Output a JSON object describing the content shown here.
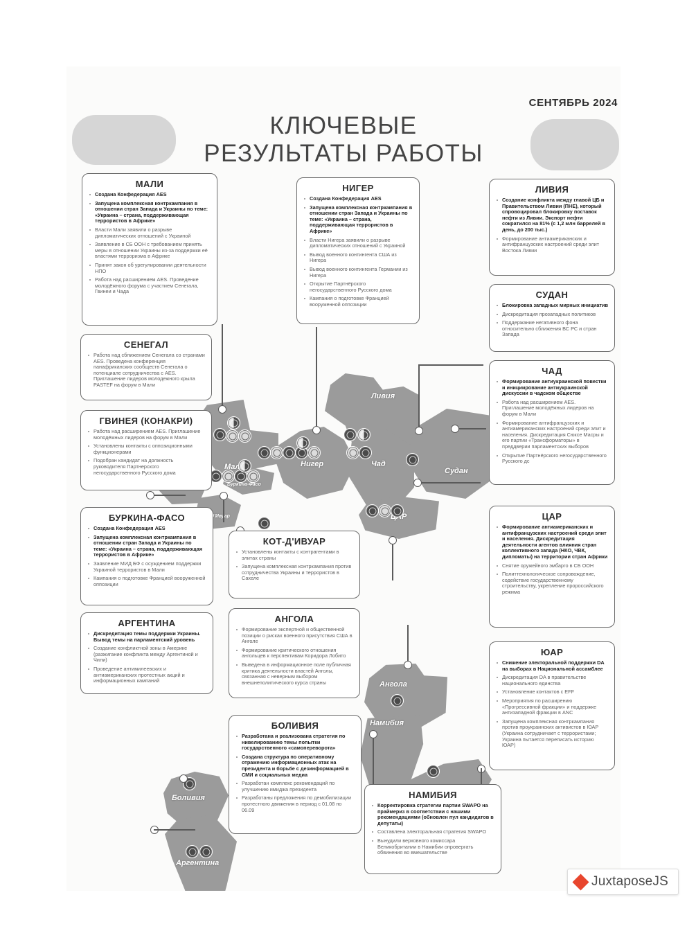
{
  "header": {
    "date": "СЕНТЯБРЬ 2024",
    "title_line1": "КЛЮЧЕВЫЕ",
    "title_line2": "РЕЗУЛЬТАТЫ РАБОТЫ"
  },
  "watermark": {
    "label": "JuxtaposeJS",
    "accent_color": "#e8462e"
  },
  "colors": {
    "land": "#9b9b9b",
    "card_border": "#6a6a6a",
    "text": "#5f5f5f",
    "heading": "#2b2b2b",
    "blob": "#c9c9c9"
  },
  "map_labels": [
    {
      "name": "Ливия"
    },
    {
      "name": "Нигер"
    },
    {
      "name": "Мали"
    },
    {
      "name": "Чад"
    },
    {
      "name": "Судан"
    },
    {
      "name": "ЦАР"
    },
    {
      "name": "Сенегал"
    },
    {
      "name": "Гвинея (Конакри)"
    },
    {
      "name": "Буркина-Фасо"
    },
    {
      "name": "Кот-д'Ивуар"
    },
    {
      "name": "Ангола"
    },
    {
      "name": "Намибия"
    },
    {
      "name": "ЮАР"
    },
    {
      "name": "Боливия"
    },
    {
      "name": "Аргентина"
    }
  ],
  "cards": [
    {
      "id": "mali",
      "title": "МАЛИ",
      "items": [
        {
          "text": "Создана Конфедерация AES",
          "bold": true
        },
        {
          "text": "Запущена комплексная контркампания в отношении стран Запада и Украины по теме: «Украина – страна, поддерживающая террористов в Африке»",
          "bold": true
        },
        {
          "text": "Власти Мали заявили о разрыве дипломатических отношений с Украиной",
          "bold": false
        },
        {
          "text": "Заявление в СБ ООН с требованием принять меры в отношении Украины из-за поддержки её властями терроризма в Африке",
          "bold": false
        },
        {
          "text": "Принят закон об урегулировании деятельности НПО",
          "bold": false
        },
        {
          "text": "Работа над расширением AES. Проведение молодёжного форума с участием Сенегала, Гвинеи и Чада",
          "bold": false
        }
      ]
    },
    {
      "id": "niger",
      "title": "НИГЕР",
      "items": [
        {
          "text": "Создана Конфедерация AES",
          "bold": true
        },
        {
          "text": "Запущена комплексная контркампания в отношении стран Запада и Украины по теме: «Украина – страна, поддерживающая террористов в Африке»",
          "bold": true
        },
        {
          "text": "Власти Нигера заявили о разрыве дипломатических отношений с Украиной",
          "bold": false
        },
        {
          "text": "Вывод военного контингента США из Нигера",
          "bold": false
        },
        {
          "text": "Вывод военного контингента Германии из Нигера",
          "bold": false
        },
        {
          "text": "Открытие Партнёрского негосударственного Русского дома",
          "bold": false
        },
        {
          "text": "Кампания о подготовке Францией вооруженной оппозиции",
          "bold": false
        }
      ]
    },
    {
      "id": "libya",
      "title": "ЛИВИЯ",
      "items": [
        {
          "text": "Создание конфликта между главой ЦБ и Правительством Ливии (ПНЕ), который спровоцировал блокировку поставок нефти из Ливии. Экспорт нефти сократился на 81% (с 1,2 млн баррелей в день, до 200 тыс.)",
          "bold": true
        },
        {
          "text": "Формирование антиамериканских и антифранцузских настроений среди элит Востока Ливии",
          "bold": false
        }
      ]
    },
    {
      "id": "sudan",
      "title": "СУДАН",
      "items": [
        {
          "text": "Блокировка западных мирных инициатив",
          "bold": true
        },
        {
          "text": "Дискредитация прозападных политиков",
          "bold": false
        },
        {
          "text": "Поддержание негативного фона относительно сближения ВС РС и стран Запада",
          "bold": false
        }
      ]
    },
    {
      "id": "chad",
      "title": "ЧАД",
      "items": [
        {
          "text": "Формирование антиукраинской повестки и инициирование антиукраинской дискуссии в чадском обществе",
          "bold": true
        },
        {
          "text": "Работа над расширением AES. Приглашение молодёжных лидеров на форум в Мали",
          "bold": false
        },
        {
          "text": "Формирование антифранцузских и антиамериканских настроений среди элит и населения. Дискредитация Сюксе Масры и его партии «Трансформаторы» в преддверии парламентских выборов",
          "bold": false
        },
        {
          "text": "Открытие Партнёрского негосударственного Русского дс",
          "bold": false
        }
      ]
    },
    {
      "id": "senegal",
      "title": "СЕНЕГАЛ",
      "items": [
        {
          "text": "Работа над сближением Сенегала со странами AES. Проведена конференция панафриканских сообществ Сенегала о потенциале сотрудничества с AES. Приглашение лидеров молодежного крыла PASTEF на форум в Мали",
          "bold": false
        }
      ]
    },
    {
      "id": "guinea",
      "title": "ГВИНЕЯ (КОНАКРИ)",
      "items": [
        {
          "text": "Работа над расширением AES. Приглашение молодёжных лидеров на форум в Мали",
          "bold": false
        },
        {
          "text": "Установлены контакты с оппозиционными функционерами",
          "bold": false
        },
        {
          "text": "Подобран кандидат на должность руководителя Партнерского негосударственного Русского дома",
          "bold": false
        }
      ]
    },
    {
      "id": "burkina",
      "title": "БУРКИНА-ФАСО",
      "items": [
        {
          "text": "Создана Конфедерация AES",
          "bold": true
        },
        {
          "text": "Запущена комплексная контркампания в отношении стран Запада и Украины по теме: «Украина – страна, поддерживающая террористов в Африке»",
          "bold": true
        },
        {
          "text": "Заявление МИД БФ с осуждением поддержки Украиной террористов в Мали",
          "bold": false
        },
        {
          "text": "Кампания о подготовке Францией вооруженной оппозиции",
          "bold": false
        }
      ]
    },
    {
      "id": "cotedivoire",
      "title": "КОТ-Д'ИВУАР",
      "items": [
        {
          "text": "Установлены контакты с контрагентами в элитах страны",
          "bold": false
        },
        {
          "text": "Запущена комплексная контркампания против сотрудничества Украины и террористов в Сахеле",
          "bold": false
        }
      ]
    },
    {
      "id": "argentina",
      "title": "АРГЕНТИНА",
      "items": [
        {
          "text": "Дискредитация темы поддержки Украины. Вывод темы на парламентский уровень",
          "bold": true
        },
        {
          "text": "Создание конфликтной зоны в Америке (разжигание конфликта между Аргентиной и Чили)",
          "bold": false
        },
        {
          "text": "Проведение антимилеевских и антиамериканских протестных акций и информационных кампаний",
          "bold": false
        }
      ]
    },
    {
      "id": "angola",
      "title": "АНГОЛА",
      "items": [
        {
          "text": "Формирование экспертной и общественной позиции о рисках военного присутствия США в Анголе",
          "bold": false
        },
        {
          "text": "Формирование критического отношения ангольцев к перспективам Коридора Лобито",
          "bold": false
        },
        {
          "text": "Выведена в информационное поле публичная критика деятельности властей Анголы, связанная с неверным выбором внешнеполитического курса страны",
          "bold": false
        }
      ]
    },
    {
      "id": "car",
      "title": "ЦАР",
      "items": [
        {
          "text": "Формирование антиамериканских и антифранцузских настроений среди элит и населения. Дискредитация деятельности агентов влияния стран коллективного запада (НКО, ЧВК, дипломаты) на территории стран Африки",
          "bold": true
        },
        {
          "text": "Снятие оружейного эмбарго в СБ ООН",
          "bold": false
        },
        {
          "text": "Политтехнологическое сопровождение, содействие государственному строительству, укрепление пророссийского режима",
          "bold": false
        }
      ]
    },
    {
      "id": "southafrica",
      "title": "ЮАР",
      "items": [
        {
          "text": "Снижение электоральной поддержки DA на выборах в Национальной ассамблее",
          "bold": true
        },
        {
          "text": "Дискредитация DA в правительстве национального единства",
          "bold": false
        },
        {
          "text": "Установление контактов с EFF",
          "bold": false
        },
        {
          "text": "Мероприятия по расширению «Прогрессивной фракции» и поддержке антизападной фракции в ANC",
          "bold": false
        },
        {
          "text": "Запущена комплексная контркампания против проукраинских активистов в ЮАР (Украина сотрудничает с террористами; Украина пытается переписать историю ЮАР)",
          "bold": false
        }
      ]
    },
    {
      "id": "bolivia",
      "title": "БОЛИВИЯ",
      "items": [
        {
          "text": "Разработана и реализована стратегия по нивелированию темы попытки государственного «самопереворота»",
          "bold": true
        },
        {
          "text": "Создана структура по оперативному отражению информационных атак на президента и борьбе с дезинформацией в СМИ и социальных медиа",
          "bold": true
        },
        {
          "text": "Разработан комплекс рекомендаций по улучшению имиджа президента",
          "bold": false
        },
        {
          "text": "Разработаны предложения по демобилизации протестного движения в период с 01.08 по 06.09",
          "bold": false
        }
      ]
    },
    {
      "id": "namibia",
      "title": "НАМИБИЯ",
      "items": [
        {
          "text": "Корректировка стратегии партии SWAPO на праймериз в соответствии с нашими рекомендациями (обновлен пул кандидатов в депутаты)",
          "bold": true
        },
        {
          "text": "Составлена электоральная стратегия SWAPO",
          "bold": false
        },
        {
          "text": "Вынудили верховного комиссара Великобритании в Намибии опровергать обвинения во вмешательстве",
          "bold": false
        }
      ]
    }
  ]
}
